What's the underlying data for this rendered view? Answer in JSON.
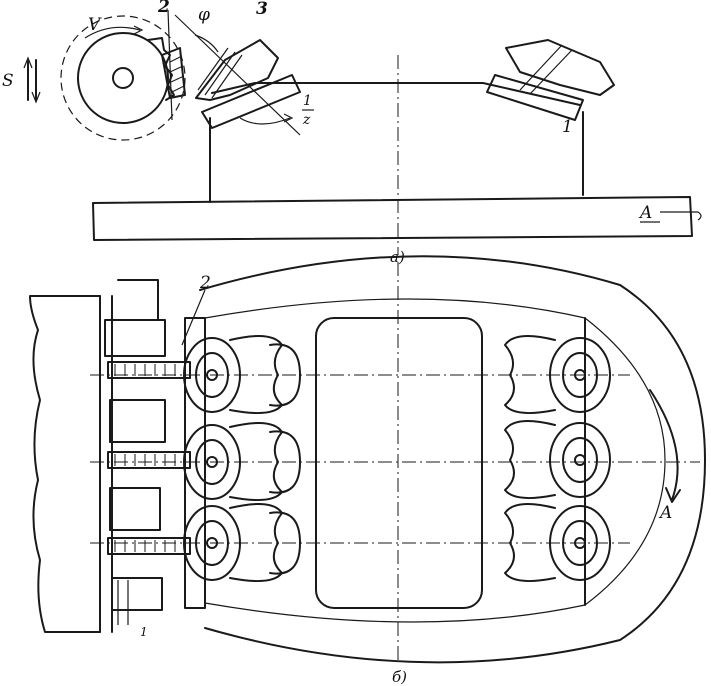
{
  "figure": {
    "view_a": {
      "caption": "а)",
      "labels": {
        "cutter_speed": "V",
        "feed": "S",
        "tool_2": "2",
        "angle": "φ",
        "tool_3": "3",
        "fixture_1": "1",
        "rotation_top": "1",
        "rotation_bottom": "z",
        "direction": "A"
      }
    },
    "view_b": {
      "caption": "б)",
      "labels": {
        "tool_2": "2",
        "direction": "A",
        "bottom_mark": "1"
      }
    }
  }
}
